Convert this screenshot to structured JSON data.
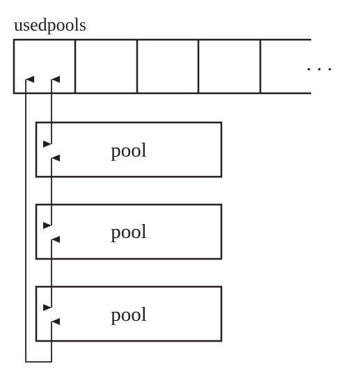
{
  "diagram": {
    "title": "usedpools",
    "ellipsis": ". . .",
    "pools": [
      {
        "label": "pool"
      },
      {
        "label": "pool"
      },
      {
        "label": "pool"
      }
    ],
    "colors": {
      "stroke": "#231f20",
      "background": "#ffffff"
    }
  }
}
